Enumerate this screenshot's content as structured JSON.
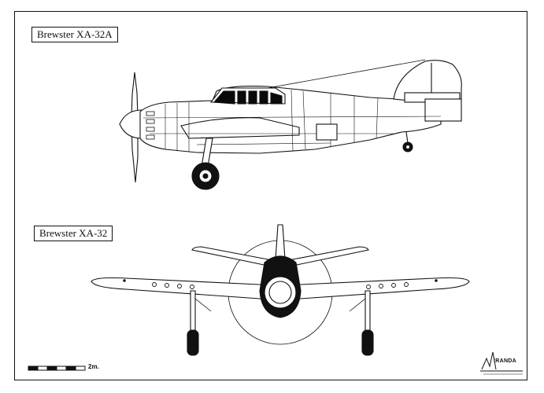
{
  "views": {
    "side": {
      "title": "Brewster XA-32A"
    },
    "front": {
      "title": "Brewster XA-32"
    }
  },
  "scale_bar": {
    "label": "2m."
  },
  "logo": {
    "text": "IRANDA"
  },
  "colors": {
    "ink": "#111111",
    "paper": "#ffffff",
    "canopy": "#0a0a0a"
  }
}
